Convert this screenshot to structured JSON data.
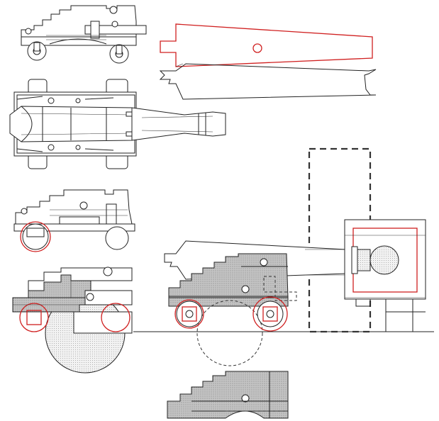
{
  "diagram": {
    "kind": "cannon-carriage-technical-drawing",
    "colors": {
      "line": "#222222",
      "highlight": "#d02020",
      "shade": "#bdbdbd",
      "background": "#ffffff"
    },
    "views": [
      "sketch-side-view",
      "sketch-top-view",
      "sketch-rear-side-view",
      "barrel-outline-templates",
      "carriage-exploded-side-view",
      "assembled-side-view",
      "breech-end-view",
      "bracket-detail"
    ]
  }
}
